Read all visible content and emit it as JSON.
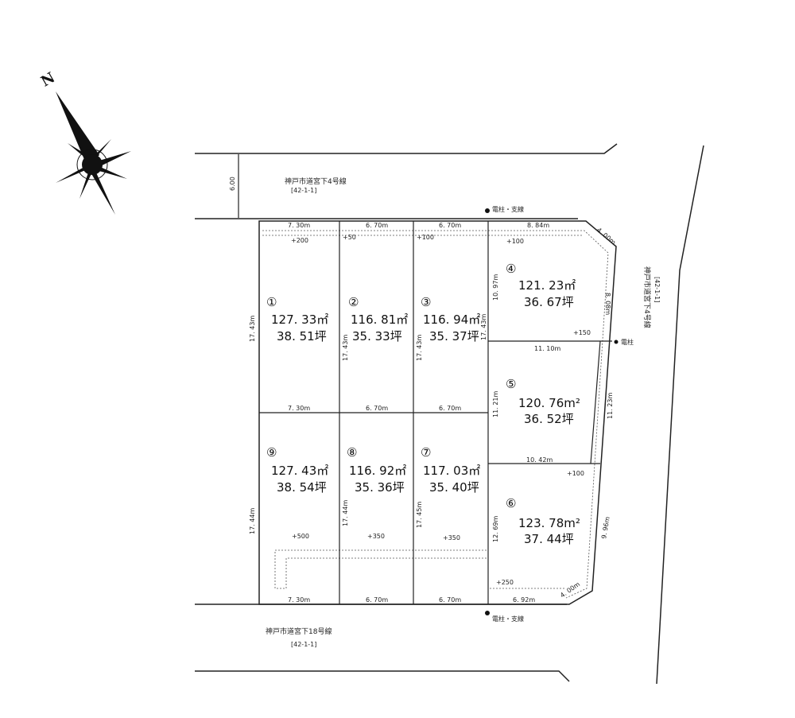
{
  "compass": {
    "north_label": "N"
  },
  "roads": {
    "north": {
      "name": "神戸市道宮下4号線",
      "code": "[42-1-1]",
      "width": "6.00"
    },
    "east": {
      "name": "神戸市道宮下4号線",
      "code": "[42-1-1]"
    },
    "south": {
      "name": "神戸市道宮下18号線",
      "code": "[42-1-1]"
    }
  },
  "poles": {
    "top": "電柱・支線",
    "bottom": "電柱・支線",
    "right": "電柱"
  },
  "lots": [
    {
      "id": "①",
      "area": "127. 33㎡",
      "tsubo": "38. 51坪"
    },
    {
      "id": "②",
      "area": "116. 81㎡",
      "tsubo": "35. 33坪"
    },
    {
      "id": "③",
      "area": "116. 94㎡",
      "tsubo": "35. 37坪"
    },
    {
      "id": "④",
      "area": "121. 23㎡",
      "tsubo": "36. 67坪"
    },
    {
      "id": "⑤",
      "area": "120. 76m²",
      "tsubo": "36. 52坪"
    },
    {
      "id": "⑥",
      "area": "123. 78m²",
      "tsubo": "37. 44坪"
    },
    {
      "id": "⑦",
      "area": "117. 03㎡",
      "tsubo": "35. 40坪"
    },
    {
      "id": "⑧",
      "area": "116. 92㎡",
      "tsubo": "35. 36坪"
    },
    {
      "id": "⑨",
      "area": "127. 43㎡",
      "tsubo": "38. 54坪"
    }
  ],
  "dims": {
    "top_1": "7. 30m",
    "top_2": "6. 70m",
    "top_3": "6. 70m",
    "top_4": "8. 84m",
    "top_corner": "4. 00m",
    "mid_1": "7. 30m",
    "mid_2": "6. 70m",
    "mid_3": "6. 70m",
    "bot_1": "7. 30m",
    "bot_2": "6. 70m",
    "bot_3": "6. 70m",
    "bot_6": "6. 92m",
    "bot_corner": "4. 00m",
    "left_1": "17. 43m",
    "left_9": "17. 44m",
    "v_2": "17. 43m",
    "v_3": "17. 43m",
    "v_4": "17. 43m",
    "v_8": "17. 44m",
    "v_7": "17. 45m",
    "lot4_left": "10. 97m",
    "lot4_right": "8. 08m",
    "lot4_bottom": "11. 10m",
    "lot5_left": "11. 21m",
    "lot5_right": "11. 23m",
    "lot5_bottom": "10. 42m",
    "lot6_left": "12. 69m",
    "lot6_right": "9. 96m"
  },
  "levels": {
    "l1": "+200",
    "l2": "+50",
    "l3": "+100",
    "l4": "+100",
    "l4b": "+150",
    "l6": "+100",
    "l6b": "+250",
    "l9": "+500",
    "l8": "+350",
    "l7": "+350"
  }
}
